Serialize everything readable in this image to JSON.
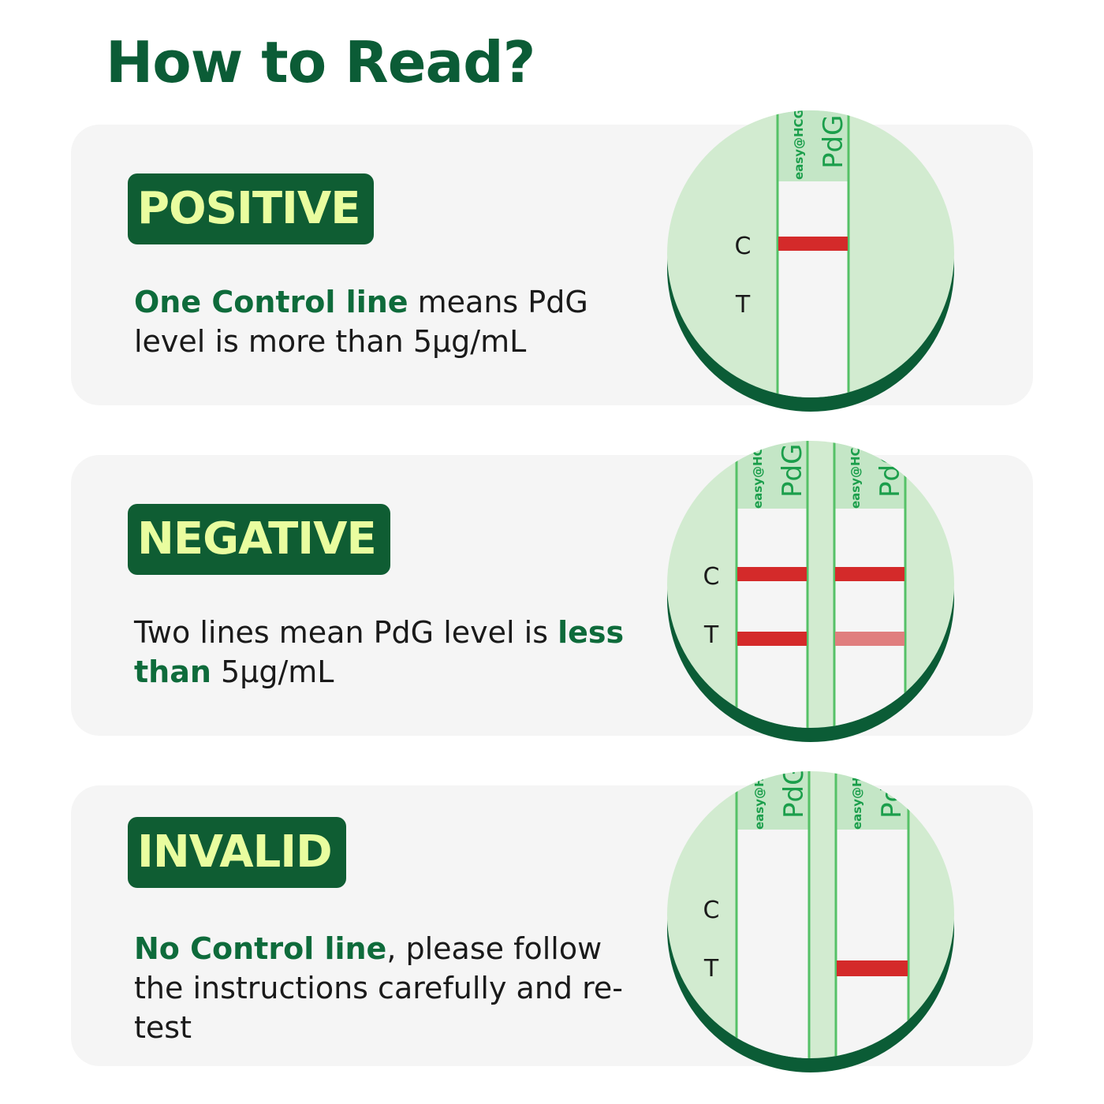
{
  "title": "How to Read?",
  "colors": {
    "title": "#0b5c36",
    "badge_bg": "#0f5d33",
    "badge_text": "#e9fd9f",
    "highlight": "#0e6b3b",
    "card_bg": "#f5f5f5",
    "lens_bg": "#d2ebd0",
    "lens_rim": "#0b5c36",
    "strip_border": "#55c167",
    "line_red": "#d42a2a",
    "line_faint": "#e07e7e"
  },
  "strip_logo": "easy@HCG",
  "strip_label": "PdG",
  "sections": [
    {
      "badge": "POSITIVE",
      "desc_hl": "One Control line",
      "desc_rest": " means PdG level is more than 5μg/mL",
      "label_c": "C",
      "label_t": "T",
      "strips": [
        {
          "control_line": "strong",
          "test_line": "none"
        }
      ]
    },
    {
      "badge": "NEGATIVE",
      "desc_pre": "Two lines mean PdG level is ",
      "desc_hl": "less than",
      "desc_rest": " 5μg/mL",
      "label_c": "C",
      "label_t": "T",
      "strips": [
        {
          "control_line": "strong",
          "test_line": "strong"
        },
        {
          "control_line": "strong",
          "test_line": "faint"
        }
      ]
    },
    {
      "badge": "INVALID",
      "desc_hl": "No Control line",
      "desc_rest": ", please follow the instructions carefully and re-test",
      "label_c": "C",
      "label_t": "T",
      "strips": [
        {
          "control_line": "none",
          "test_line": "none"
        },
        {
          "control_line": "none",
          "test_line": "strong"
        }
      ]
    }
  ]
}
